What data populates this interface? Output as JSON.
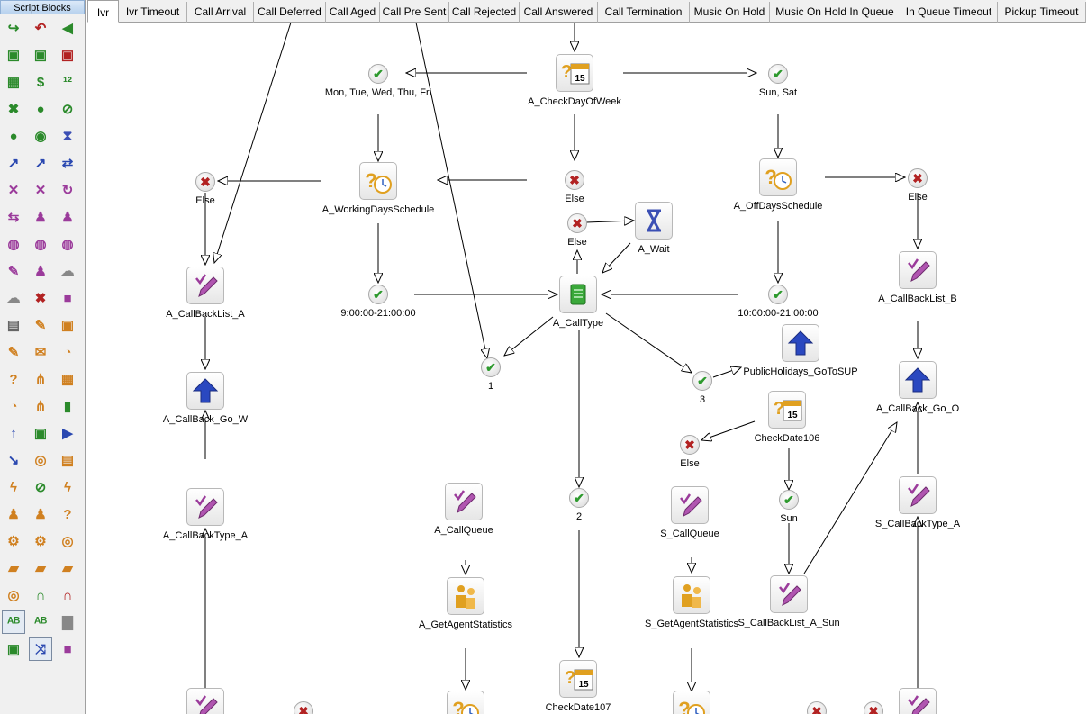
{
  "palette": {
    "title": "Script Blocks",
    "buttons": [
      {
        "name": "transfer-icon",
        "glyph": "↪",
        "color": "#2b8a2b"
      },
      {
        "name": "return-icon",
        "glyph": "↶",
        "color": "#b22222"
      },
      {
        "name": "play-sound-icon",
        "glyph": "◀",
        "color": "#2b8a2b"
      },
      {
        "name": "tv-icon",
        "glyph": "▣",
        "color": "#2b8a2b"
      },
      {
        "name": "tv-record-icon",
        "glyph": "▣",
        "color": "#2b8a2b"
      },
      {
        "name": "tv-stop-icon",
        "glyph": "▣",
        "color": "#b22222"
      },
      {
        "name": "date-announce-icon",
        "glyph": "▦",
        "color": "#2b8a2b"
      },
      {
        "name": "currency-announce-icon",
        "glyph": "$",
        "color": "#2b8a2b"
      },
      {
        "name": "number-announce-icon",
        "glyph": "¹²",
        "color": "#2b8a2b"
      },
      {
        "name": "mute-icon",
        "glyph": "✖",
        "color": "#2b8a2b"
      },
      {
        "name": "speech-12-icon",
        "glyph": "●",
        "color": "#2b8a2b"
      },
      {
        "name": "no-speech-icon",
        "glyph": "⊘",
        "color": "#2b8a2b"
      },
      {
        "name": "microphone-icon",
        "glyph": "●",
        "color": "#2b8a2b"
      },
      {
        "name": "record-message-icon",
        "glyph": "◉",
        "color": "#2b8a2b"
      },
      {
        "name": "wait-icon",
        "glyph": "⧗",
        "color": "#3b4fb4"
      },
      {
        "name": "route-icon",
        "glyph": "↗",
        "color": "#2a48b0"
      },
      {
        "name": "route-condition-icon",
        "glyph": "↗",
        "color": "#2a48b0"
      },
      {
        "name": "loop-icon",
        "glyph": "⇄",
        "color": "#2a48b0"
      },
      {
        "name": "tools-icon",
        "glyph": "✕",
        "color": "#9b3b9b"
      },
      {
        "name": "tools-settings-icon",
        "glyph": "✕",
        "color": "#9b3b9b"
      },
      {
        "name": "refresh-users-icon",
        "glyph": "↻",
        "color": "#9b3b9b"
      },
      {
        "name": "users-swap-icon",
        "glyph": "⇆",
        "color": "#9b3b9b"
      },
      {
        "name": "group-icon",
        "glyph": "♟",
        "color": "#9b3b9b"
      },
      {
        "name": "agent-icon",
        "glyph": "♟",
        "color": "#9b3b9b"
      },
      {
        "name": "users-globe-icon",
        "glyph": "◍",
        "color": "#9b3b9b"
      },
      {
        "name": "globe-users-icon",
        "glyph": "◍",
        "color": "#9b3b9b"
      },
      {
        "name": "user-globe-icon",
        "glyph": "◍",
        "color": "#9b3b9b"
      },
      {
        "name": "pencil-purple-icon",
        "glyph": "✎",
        "color": "#9b3b9b"
      },
      {
        "name": "users-group-icon",
        "glyph": "♟",
        "color": "#9b3b9b"
      },
      {
        "name": "cloud-icon",
        "glyph": "☁",
        "color": "#888888"
      },
      {
        "name": "cloud-grey-icon",
        "glyph": "☁",
        "color": "#888888"
      },
      {
        "name": "delete-icon",
        "glyph": "✖",
        "color": "#b22222"
      },
      {
        "name": "video-icon",
        "glyph": "■",
        "color": "#9b3b9b"
      },
      {
        "name": "document-icon",
        "glyph": "▤",
        "color": "#666666"
      },
      {
        "name": "edit-note-icon",
        "glyph": "✎",
        "color": "#d08020"
      },
      {
        "name": "lock-note-icon",
        "glyph": "▣",
        "color": "#d08020"
      },
      {
        "name": "pencil-orange-icon",
        "glyph": "✎",
        "color": "#d08020"
      },
      {
        "name": "email-icon",
        "glyph": "✉",
        "color": "#d08020"
      },
      {
        "name": "clock-orange-icon",
        "glyph": "◔",
        "color": "#d08020"
      },
      {
        "name": "question-icon",
        "glyph": "?",
        "color": "#d08020"
      },
      {
        "name": "branch-orange-icon",
        "glyph": "⋔",
        "color": "#d08020"
      },
      {
        "name": "calendar-question-icon",
        "glyph": "▦",
        "color": "#d08020"
      },
      {
        "name": "schedule-question-icon",
        "glyph": "◔",
        "color": "#d08020"
      },
      {
        "name": "branch-tree-icon",
        "glyph": "⋔",
        "color": "#d08020"
      },
      {
        "name": "database-icon",
        "glyph": "▮",
        "color": "#2b8a2b"
      },
      {
        "name": "goto-icon",
        "glyph": "↑",
        "color": "#2a48b0"
      },
      {
        "name": "screen-icon",
        "glyph": "▣",
        "color": "#2b8a2b"
      },
      {
        "name": "play-icon",
        "glyph": "▶",
        "color": "#2a48b0"
      },
      {
        "name": "arrow-down-right-icon",
        "glyph": "↘",
        "color": "#2a48b0"
      },
      {
        "name": "search-agent-icon",
        "glyph": "◎",
        "color": "#d08020"
      },
      {
        "name": "report-icon",
        "glyph": "▤",
        "color": "#d08020"
      },
      {
        "name": "lightning-icon",
        "glyph": "ϟ",
        "color": "#d08020"
      },
      {
        "name": "no-key-icon",
        "glyph": "⊘",
        "color": "#2b8a2b"
      },
      {
        "name": "lightning-users-icon",
        "glyph": "ϟ",
        "color": "#d08020"
      },
      {
        "name": "agents-icon",
        "glyph": "♟",
        "color": "#d08020"
      },
      {
        "name": "agent-up-icon",
        "glyph": "♟",
        "color": "#d08020"
      },
      {
        "name": "agent-question-icon",
        "glyph": "?",
        "color": "#d08020"
      },
      {
        "name": "agent-gear-icon",
        "glyph": "⚙",
        "color": "#d08020"
      },
      {
        "name": "agent-settings-icon",
        "glyph": "⚙",
        "color": "#d08020"
      },
      {
        "name": "agent-search-icon",
        "glyph": "◎",
        "color": "#d08020"
      },
      {
        "name": "folder-arrow-icon",
        "glyph": "▰",
        "color": "#d08020"
      },
      {
        "name": "folder-edit-icon",
        "glyph": "▰",
        "color": "#d08020"
      },
      {
        "name": "folder-block-icon",
        "glyph": "▰",
        "color": "#d08020"
      },
      {
        "name": "lifebuoy-icon",
        "glyph": "◎",
        "color": "#d08020"
      },
      {
        "name": "headset-green-icon",
        "glyph": "∩",
        "color": "#2b8a2b"
      },
      {
        "name": "headset-red-icon",
        "glyph": "∩",
        "color": "#b22222"
      },
      {
        "name": "abc-green-icon",
        "glyph": "ᴬᴮ",
        "color": "#2b8a2b"
      },
      {
        "name": "abc-arrow-icon",
        "glyph": "ᴬᴮ",
        "color": "#2b8a2b"
      },
      {
        "name": "grey-block-icon",
        "glyph": "▇",
        "color": "#888888"
      },
      {
        "name": "lock-icon",
        "glyph": "▣",
        "color": "#2b8a2b"
      },
      {
        "name": "split-arrows-icon",
        "glyph": "⤨",
        "color": "#2a48b0"
      },
      {
        "name": "queue-purple-icon",
        "glyph": "■",
        "color": "#9b3b9b"
      }
    ]
  },
  "tabs": [
    {
      "label": "Ivr",
      "active": true
    },
    {
      "label": "Ivr Timeout"
    },
    {
      "label": "Call Arrival"
    },
    {
      "label": "Call Deferred"
    },
    {
      "label": "Call Aged"
    },
    {
      "label": "Call Pre Sent"
    },
    {
      "label": "Call Rejected"
    },
    {
      "label": "Call Answered"
    },
    {
      "label": "Call Termination"
    },
    {
      "label": "Music On Hold"
    },
    {
      "label": "Music On Hold In Queue"
    },
    {
      "label": "In Queue Timeout"
    },
    {
      "label": "Pickup Timeout"
    }
  ],
  "flow": {
    "nodes": [
      {
        "id": "checkdow",
        "kind": "calendar",
        "label": "A_CheckDayOfWeek"
      },
      {
        "id": "wd_ok",
        "kind": "ok",
        "label": "Mon, Tue, Wed, Thu, Fri"
      },
      {
        "id": "we_ok",
        "kind": "ok",
        "label": "Sun, Sat"
      },
      {
        "id": "wds",
        "kind": "schedule",
        "label": "A_WorkingDaysSchedule"
      },
      {
        "id": "else1",
        "kind": "no",
        "label": "Else"
      },
      {
        "id": "else2",
        "kind": "no",
        "label": "Else"
      },
      {
        "id": "ods",
        "kind": "schedule",
        "label": "A_OffDaysSchedule"
      },
      {
        "id": "else3",
        "kind": "no",
        "label": "Else"
      },
      {
        "id": "else4",
        "kind": "no",
        "label": "Else"
      },
      {
        "id": "wait",
        "kind": "wait",
        "label": "A_Wait"
      },
      {
        "id": "cbl_a",
        "kind": "pencil",
        "label": "A_CallBackList_A"
      },
      {
        "id": "t1",
        "kind": "ok",
        "label": "9:00:00-21:00:00"
      },
      {
        "id": "calltype",
        "kind": "database",
        "label": "A_CallType"
      },
      {
        "id": "t2",
        "kind": "ok",
        "label": "10:00:00-21:00:00"
      },
      {
        "id": "cbl_b",
        "kind": "pencil",
        "label": "A_CallBackList_B"
      },
      {
        "id": "c1",
        "kind": "ok",
        "label": "1"
      },
      {
        "id": "c3",
        "kind": "ok",
        "label": "3"
      },
      {
        "id": "ph",
        "kind": "goto",
        "label": "PublicHolidays_GoToSUP"
      },
      {
        "id": "cbgw",
        "kind": "goto",
        "label": "A_CallBack_Go_W"
      },
      {
        "id": "cbgo",
        "kind": "goto",
        "label": "A_CallBack_Go_O"
      },
      {
        "id": "cd106",
        "kind": "calendar",
        "label": "CheckDate106"
      },
      {
        "id": "else5",
        "kind": "no",
        "label": "Else"
      },
      {
        "id": "cbt_a",
        "kind": "pencil",
        "label": "A_CallBackType_A"
      },
      {
        "id": "cq_a",
        "kind": "pencil",
        "label": "A_CallQueue"
      },
      {
        "id": "c2",
        "kind": "ok",
        "label": "2"
      },
      {
        "id": "cq_s",
        "kind": "pencil",
        "label": "S_CallQueue"
      },
      {
        "id": "sun",
        "kind": "ok",
        "label": "Sun"
      },
      {
        "id": "cbt_s",
        "kind": "pencil",
        "label": "S_CallBackType_A"
      },
      {
        "id": "gas_a",
        "kind": "agents",
        "label": "A_GetAgentStatistics"
      },
      {
        "id": "gas_s",
        "kind": "agents",
        "label": "S_GetAgentStatistics"
      },
      {
        "id": "cbl_sun",
        "kind": "pencil",
        "label": "S_CallBackList_A_Sun"
      },
      {
        "id": "cd107",
        "kind": "calendar",
        "label": "CheckDate107"
      },
      {
        "id": "bl_pencil",
        "kind": "pencil",
        "label": ""
      },
      {
        "id": "bl_else",
        "kind": "no",
        "label": ""
      },
      {
        "id": "bm_q1",
        "kind": "schedule",
        "label": ""
      },
      {
        "id": "bm_q2",
        "kind": "schedule",
        "label": ""
      },
      {
        "id": "br_else",
        "kind": "no",
        "label": ""
      },
      {
        "id": "br_else2",
        "kind": "no",
        "label": ""
      },
      {
        "id": "br_pencil",
        "kind": "pencil",
        "label": ""
      }
    ]
  }
}
